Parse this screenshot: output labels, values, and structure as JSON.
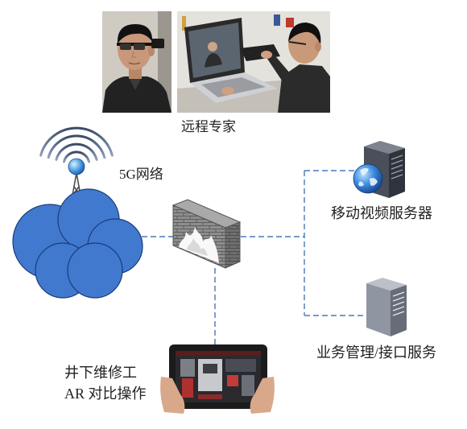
{
  "remote_expert": {
    "label": "远程专家"
  },
  "network": {
    "label": "5G网络"
  },
  "video_server": {
    "label": "移动视频服务器"
  },
  "business_server": {
    "label": "业务管理/接口服务"
  },
  "field_worker": {
    "line1": "井下维修工",
    "line2": "AR 对比操作"
  },
  "icons": {
    "tower": "antenna-tower-icon",
    "network_cloud": "network-cloud-icon",
    "firewall": "firewall-icon",
    "video_server": "web-server-icon",
    "business_server": "server-icon",
    "tablet": "tablet-icon"
  },
  "colors": {
    "link": "#4a78b8",
    "cloud": "#4179cf",
    "text": "#222222"
  }
}
